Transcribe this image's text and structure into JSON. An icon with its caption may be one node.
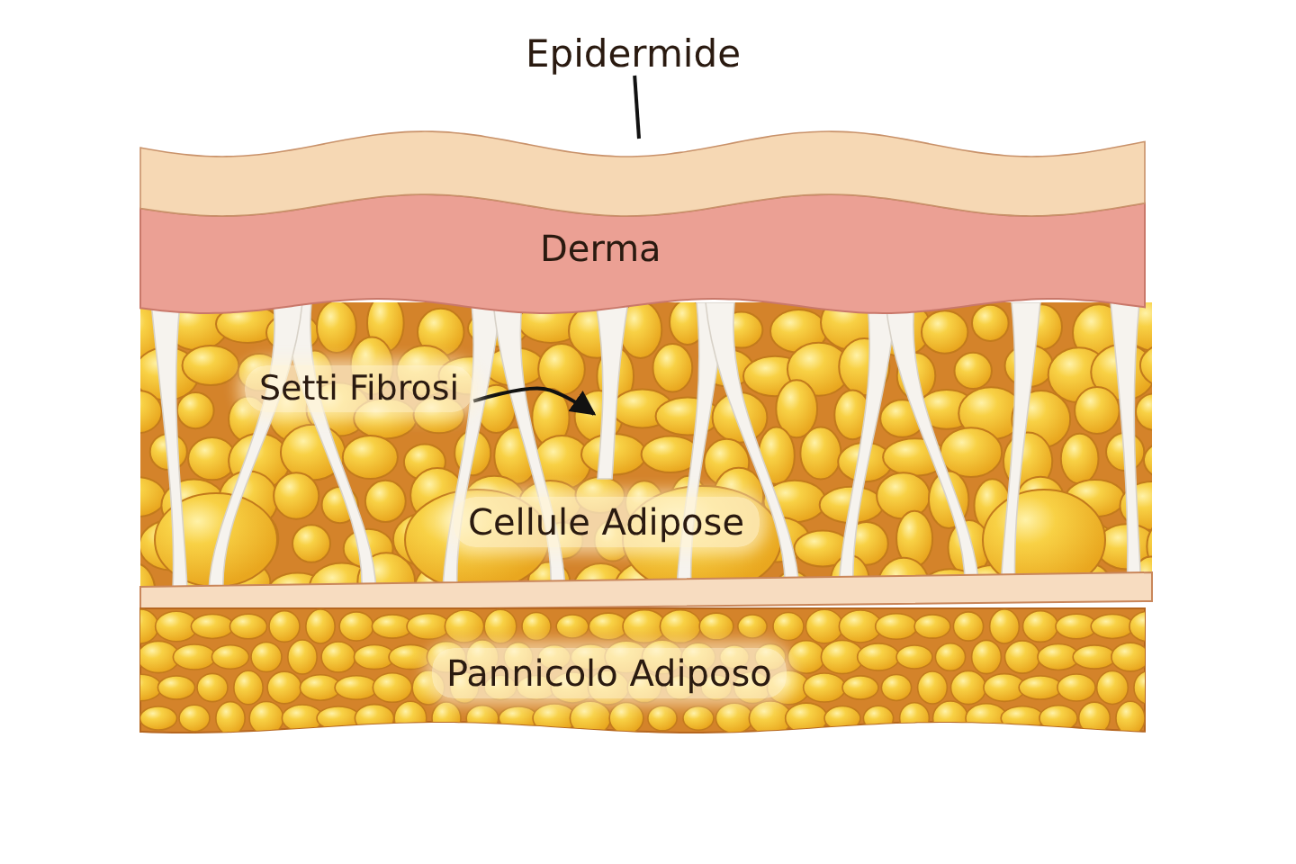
{
  "diagram": {
    "nodes": [
      {
        "text": [
          "Epidermide"
        ]
      },
      {
        "text": [],
        "shape": "box"
      },
      {
        "text": [
          "Setti Fibrosi"
        ]
      },
      {
        "text": [],
        "shape": "bar"
      }
    ],
    "edges": [
      {
        "from": 0,
        "to": 1,
        "arrow": "none"
      },
      {
        "from": 2,
        "to": 3,
        "arrow": "to"
      }
    ],
    "labels": [
      "Derma",
      "Cellule Adipose",
      "Pannicolo Adiposo"
    ]
  }
}
